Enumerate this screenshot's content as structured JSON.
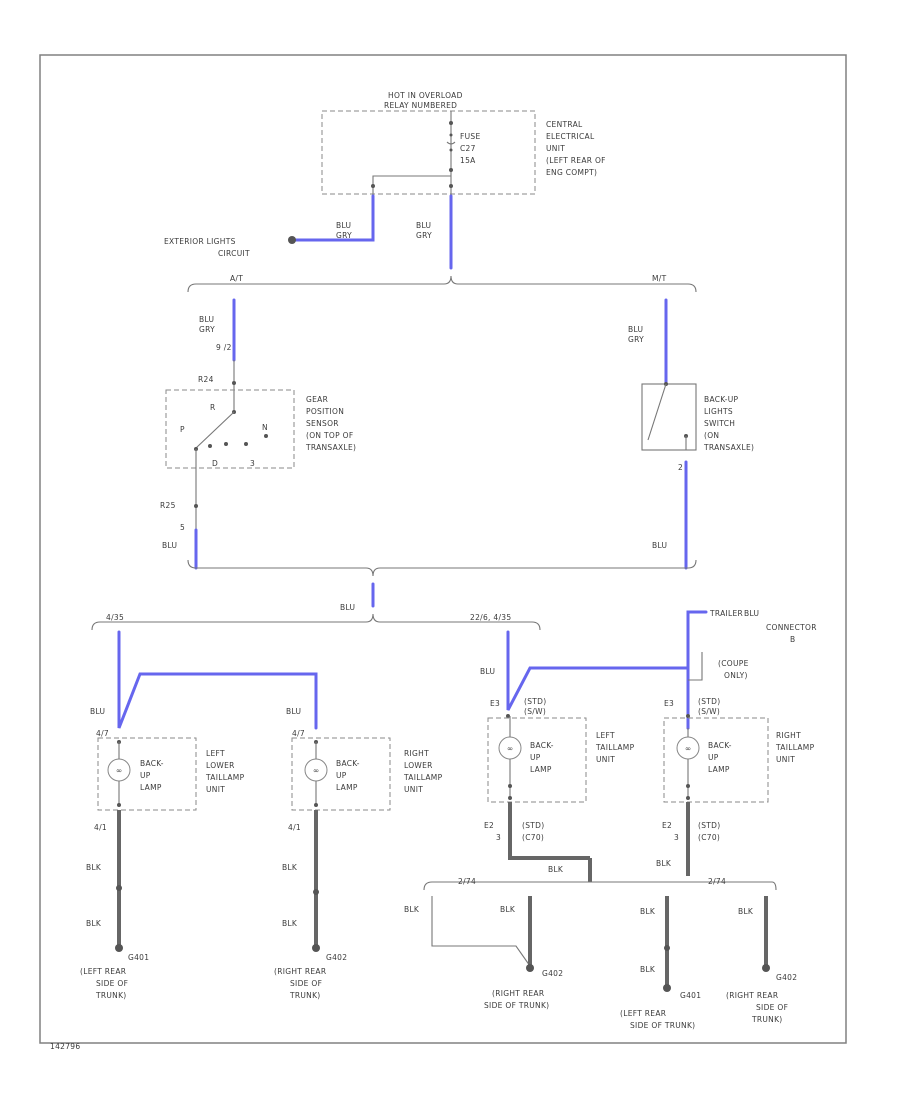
{
  "fuse_panel": {
    "header_1": "HOT IN OVERLOAD",
    "header_2": "RELAY NUMBERED",
    "fuse_1": "FUSE",
    "fuse_2": "C27",
    "fuse_3": "15A",
    "unit_1": "CENTRAL",
    "unit_2": "ELECTRICAL",
    "unit_3": "UNIT",
    "unit_4": "(LEFT REAR OF",
    "unit_5": "ENG COMPT)"
  },
  "exterior": {
    "line_1": "EXTERIOR LIGHTS",
    "line_2": "CIRCUIT"
  },
  "wires": {
    "blu": "BLU",
    "gry": "GRY",
    "blk": "BLK"
  },
  "splices": {
    "at": "A/T",
    "mt": "M/T",
    "s1": "4/35",
    "s2": "22/6, 4/35",
    "s3": "2/74",
    "s4": "2/74"
  },
  "gear_sensor": {
    "pin_top": "9 /2",
    "conn_top": "R24",
    "pin_r": "R",
    "pin_p": "P",
    "pin_n": "N",
    "pin_d": "D",
    "pin_3": "3",
    "conn_bot": "R25",
    "pin_bot": "5",
    "line_1": "GEAR",
    "line_2": "POSITION",
    "line_3": "SENSOR",
    "line_4": "(ON TOP OF",
    "line_5": "TRANSAXLE)"
  },
  "backup_switch": {
    "pin_bot": "2",
    "line_1": "BACK-UP",
    "line_2": "LIGHTS",
    "line_3": "SWITCH",
    "line_4": "(ON",
    "line_5": "TRANSAXLE)"
  },
  "trailer": {
    "line_1": "TRAILER",
    "line_2": "CONNECTOR",
    "line_3": "B",
    "note_1": "(COUPE",
    "note_2": "ONLY)"
  },
  "lamps": {
    "bulb_1": "BACK-",
    "bulb_2": "UP",
    "bulb_3": "LAMP",
    "ll_conn": "4/7",
    "ll_conn_bot": "4/1",
    "ll_1": "LEFT",
    "ll_2": "LOWER",
    "ll_3": "TAILLAMP",
    "ll_4": "UNIT",
    "rl_conn": "4/7",
    "rl_conn_bot": "4/1",
    "rl_1": "RIGHT",
    "rl_2": "LOWER",
    "rl_3": "TAILLAMP",
    "rl_4": "UNIT",
    "lt_conn": "E3",
    "lt_note_1": "(STD)",
    "lt_note_2": "(S/W)",
    "lt_conn_bot": "E2",
    "lt_pin_bot": "3",
    "lt_bot_note_1": "(STD)",
    "lt_bot_note_2": "(C70)",
    "lt_1": "LEFT",
    "lt_2": "TAILLAMP",
    "lt_3": "UNIT",
    "rt_conn": "E3",
    "rt_note_1": "(STD)",
    "rt_note_2": "(S/W)",
    "rt_conn_bot": "E2",
    "rt_pin_bot": "3",
    "rt_bot_note_1": "(STD)",
    "rt_bot_note_2": "(C70)",
    "rt_1": "RIGHT",
    "rt_2": "TAILLAMP",
    "rt_3": "UNIT"
  },
  "grounds": {
    "g1_id": "G401",
    "g1_l1": "(LEFT REAR",
    "g1_l2": "SIDE OF",
    "g1_l3": "TRUNK)",
    "g2_id": "G402",
    "g2_l1": "(RIGHT REAR",
    "g2_l2": "SIDE OF",
    "g2_l3": "TRUNK)",
    "g3_id": "G402",
    "g3_l1": "(RIGHT REAR",
    "g3_l2": "SIDE OF TRUNK)",
    "g4_id": "G401",
    "g4_l1": "(LEFT REAR",
    "g4_l2": "SIDE OF TRUNK)",
    "g5_id": "G402",
    "g5_l1": "(RIGHT REAR",
    "g5_l2": "SIDE OF",
    "g5_l3": "TRUNK)"
  },
  "footer": {
    "code": "142796"
  }
}
